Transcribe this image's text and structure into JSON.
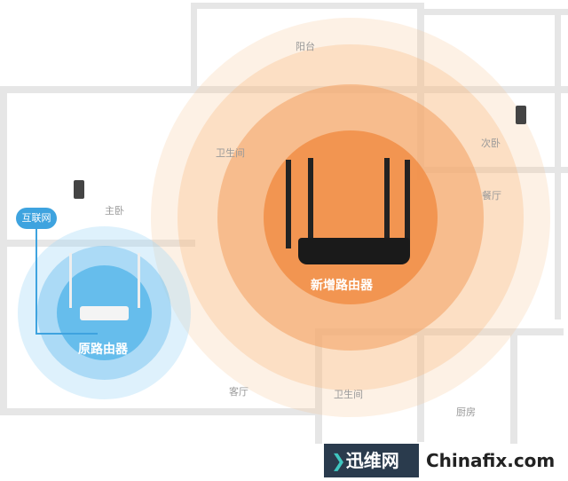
{
  "rooms": {
    "balcony": "阳台",
    "bath1": "卫生间",
    "second_bed": "次卧",
    "dining": "餐厅",
    "master_bed": "主卧",
    "living": "客厅",
    "bath2": "卫生间",
    "kitchen": "厨房"
  },
  "cloud_label": "互联网",
  "new_router_label": "新增路由器",
  "old_router_label": "原路由器",
  "watermark": {
    "cn": "迅维网",
    "en": "Chinafix.com"
  },
  "colors": {
    "orange": "#f0883e",
    "blue": "#4fb3e8"
  }
}
